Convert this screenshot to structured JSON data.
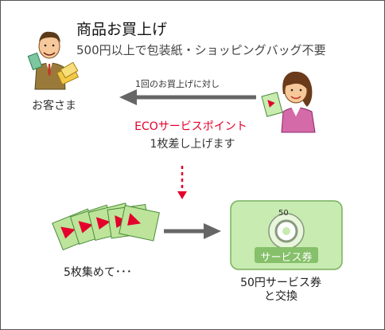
{
  "title": "商品お買上げ",
  "subtitle": "500円以上で包装紙・ショッピングバッグ不要",
  "customer_label": "お客さま",
  "arrow_caption": "1回のお買上げに対し",
  "point_name": "ECOサービスポイント",
  "point_amount": "1枚差し上げます",
  "collect_label": "5枚集めて･･･",
  "exchange_line1": "50円サービス券",
  "exchange_line2": "と交換",
  "coupon_value": "50",
  "coupon_label": "サービス券",
  "colors": {
    "accent_red": "#e4002b",
    "arrow_gray": "#666666",
    "ticket_green": "#bde49a",
    "coupon_green": "#c7ebb0"
  }
}
